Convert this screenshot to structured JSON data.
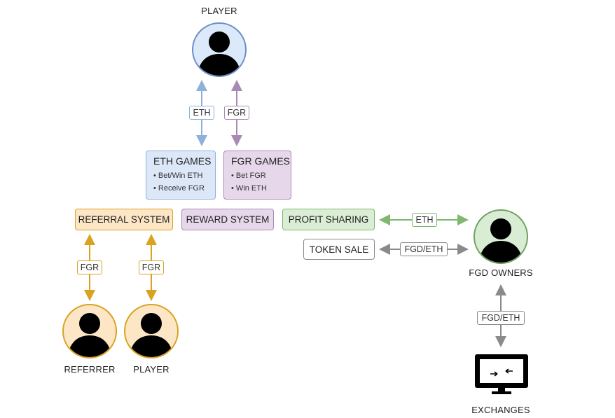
{
  "colors": {
    "eth_fill": "#dce8f8",
    "eth_stroke": "#8eb1dc",
    "fgr_fill": "#e6d8ea",
    "fgr_stroke": "#a98ab4",
    "ref_fill": "#fde6c5",
    "ref_stroke": "#d9a21f",
    "profit_fill": "#dbeed5",
    "profit_stroke": "#7fb86e",
    "gray_stroke": "#8a8a8a",
    "player_top_fill": "#dce9fb",
    "player_top_ring": "#6b8ec5",
    "owners_fill": "#d9ecd4",
    "owners_ring": "#6fa261",
    "ref_avatar_fill": "#fde6c5",
    "ref_avatar_ring": "#d9a21f"
  },
  "nodes": {
    "player_top": "PLAYER",
    "fgd_owners": "FGD OWNERS",
    "referrer": "REFERRER",
    "player_bottom": "PLAYER",
    "exchanges": "EXCHANGES"
  },
  "games": {
    "eth": {
      "title": "ETH GAMES",
      "items": [
        "• Bet/Win ETH",
        "• Receive FGR"
      ]
    },
    "fgr": {
      "title": "FGR GAMES",
      "items": [
        "• Bet FGR",
        "• Win ETH"
      ]
    }
  },
  "systems": {
    "referral": "REFERRAL SYSTEM",
    "reward": "REWARD SYSTEM",
    "profit": "PROFIT SHARING",
    "token_sale": "TOKEN SALE"
  },
  "flows": {
    "player_eth": "ETH",
    "player_fgr": "FGR",
    "profit_eth": "ETH",
    "tokensale_fgd_eth": "FGD/ETH",
    "referrer_fgr": "FGR",
    "player_bottom_fgr": "FGR",
    "exchanges_fgd_eth": "FGD/ETH"
  },
  "icons": {
    "person": "person-silhouette-icon",
    "monitor": "monitor-exchange-icon"
  }
}
